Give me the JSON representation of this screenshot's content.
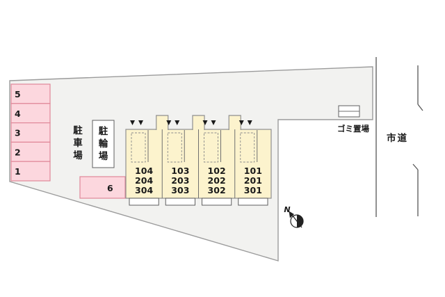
{
  "colors": {
    "site_fill": "#f2f2f0",
    "site_stroke": "#9b9b9b",
    "parking_fill": "#fcd7de",
    "parking_stroke": "#e08798",
    "building_fill": "#fcf3cd",
    "building_stroke": "#8f8f8f"
  },
  "parking": {
    "area_label": "駐車場",
    "spaces": [
      "5",
      "4",
      "3",
      "2",
      "1"
    ],
    "space6_label": "6"
  },
  "bicycle": {
    "label": "駐輪場"
  },
  "building": {
    "units": [
      {
        "rooms": [
          "104",
          "204",
          "304"
        ]
      },
      {
        "rooms": [
          "103",
          "203",
          "303"
        ]
      },
      {
        "rooms": [
          "102",
          "202",
          "302"
        ]
      },
      {
        "rooms": [
          "101",
          "201",
          "301"
        ]
      }
    ]
  },
  "garbage": {
    "label": "ゴミ置場"
  },
  "road": {
    "label": "市道"
  },
  "compass": {
    "label": "N"
  }
}
